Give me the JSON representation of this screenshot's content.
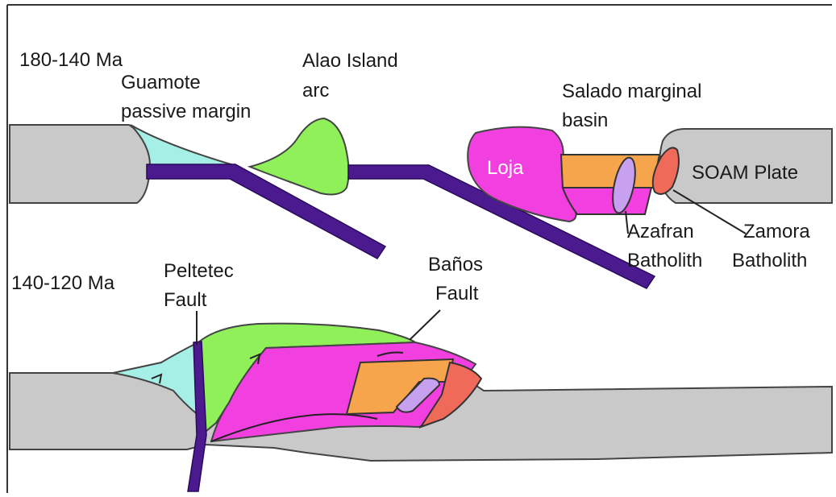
{
  "panels": {
    "upper": {
      "age": "180-140 Ma",
      "labels": {
        "guamote_line1": "Guamote",
        "guamote_line2": "passive margin",
        "alao_line1": "Alao Island",
        "alao_line2": "arc",
        "salado_line1": "Salado marginal",
        "salado_line2": "basin",
        "loja": "Loja",
        "soam": "SOAM Plate",
        "azafran_line1": "Azafran",
        "azafran_line2": "Batholith",
        "zamora_line1": "Zamora",
        "zamora_line2": "Batholith"
      }
    },
    "lower": {
      "age": "140-120 Ma",
      "labels": {
        "peltetec_line1": "Peltetec",
        "peltetec_line2": "Fault",
        "banos_line1": "Baños",
        "banos_line2": "Fault"
      }
    }
  },
  "colors": {
    "plate_gray": "#c9c9c9",
    "passive_margin_cyan": "#a6efe6",
    "arc_green": "#8ff05a",
    "loja_magenta": "#f23fe0",
    "slab_purple": "#4a1a8e",
    "salado_orange": "#f7a54c",
    "azafran_lavender": "#c8a0f0",
    "zamora_red": "#f06a5a",
    "frame": "#333333"
  }
}
